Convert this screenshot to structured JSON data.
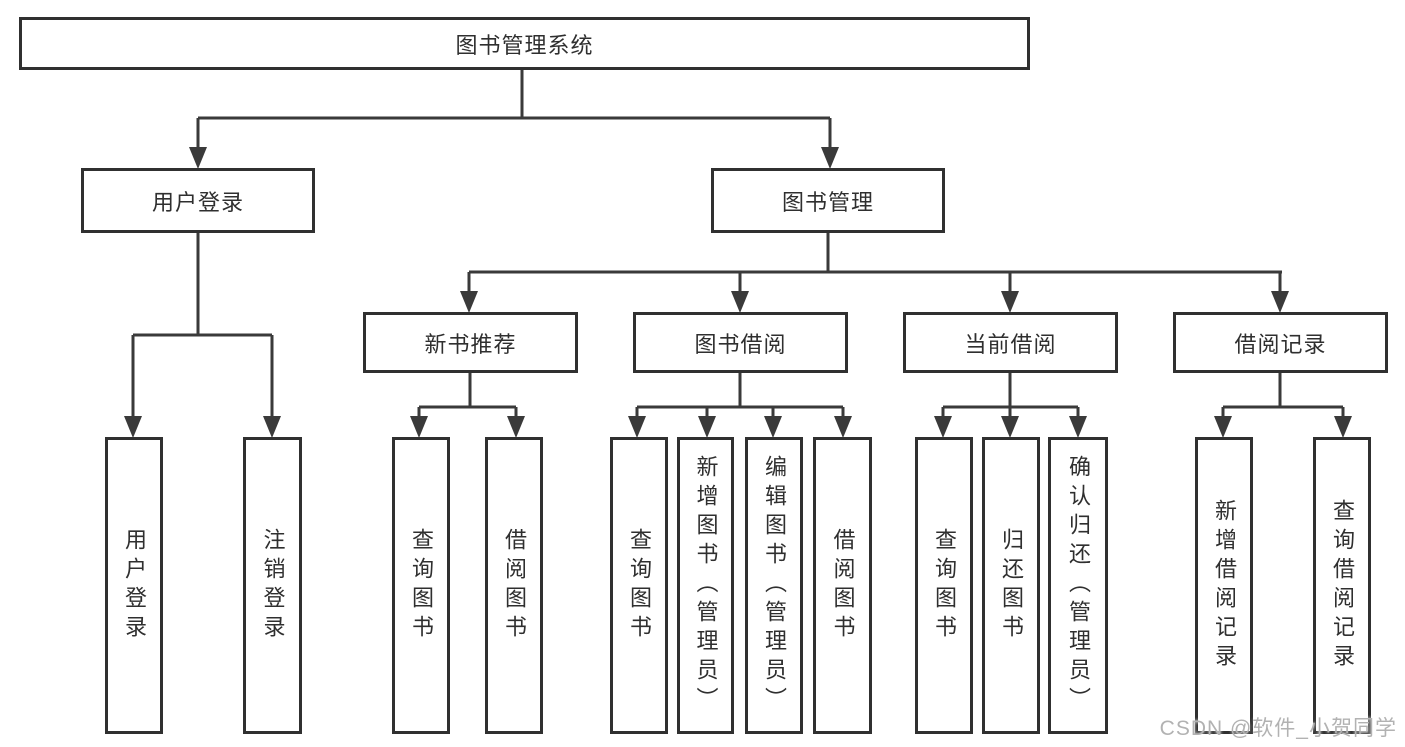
{
  "diagram": {
    "title": "图书管理系统",
    "root": "图书管理系统",
    "level2": [
      "用户登录",
      "图书管理"
    ],
    "level3": [
      "新书推荐",
      "图书借阅",
      "当前借阅",
      "借阅记录"
    ],
    "leaves_user_login": [
      "用户登录",
      "注销登录"
    ],
    "leaves_new_books": [
      "查询图书",
      "借阅图书"
    ],
    "leaves_book_borrow": [
      "查询图书",
      "新增图书（管理员）",
      "编辑图书（管理员）",
      "借阅图书"
    ],
    "leaves_current_borrow": [
      "查询图书",
      "归还图书",
      "确认归还（管理员）"
    ],
    "leaves_borrow_records": [
      "新增借阅记录",
      "查询借阅记录"
    ],
    "hierarchy": {
      "图书管理系统": {
        "用户登录": [
          "用户登录",
          "注销登录"
        ],
        "图书管理": {
          "新书推荐": [
            "查询图书",
            "借阅图书"
          ],
          "图书借阅": [
            "查询图书",
            "新增图书（管理员）",
            "编辑图书（管理员）",
            "借阅图书"
          ],
          "当前借阅": [
            "查询图书",
            "归还图书",
            "确认归还（管理员）"
          ],
          "借阅记录": [
            "新增借阅记录",
            "查询借阅记录"
          ]
        }
      }
    }
  },
  "watermark": "CSDN @软件_小贺同学",
  "colors": {
    "line": "#3a3a3a",
    "box_border": "#303030",
    "text": "#2f2f2f",
    "watermark": "#b2b2b2",
    "background": "#ffffff"
  }
}
